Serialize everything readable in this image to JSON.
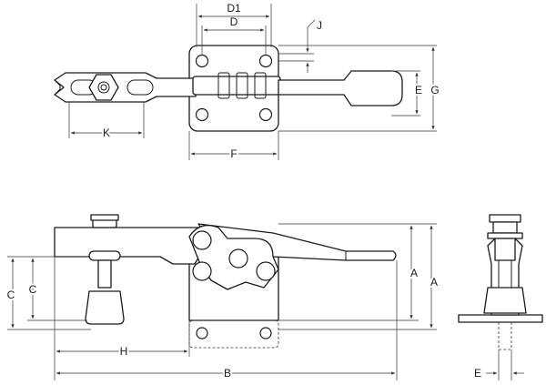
{
  "labels": {
    "d1": "D1",
    "d": "D",
    "j": "J",
    "e_top": "E",
    "g": "G",
    "k": "K",
    "f": "F",
    "a_inner": "A",
    "a_outer": "A",
    "c_outer": "C",
    "c_inner": "C",
    "h": "H",
    "b": "B",
    "e_side": "E"
  },
  "colors": {
    "line": "#1a1a1a",
    "background": "#ffffff"
  }
}
